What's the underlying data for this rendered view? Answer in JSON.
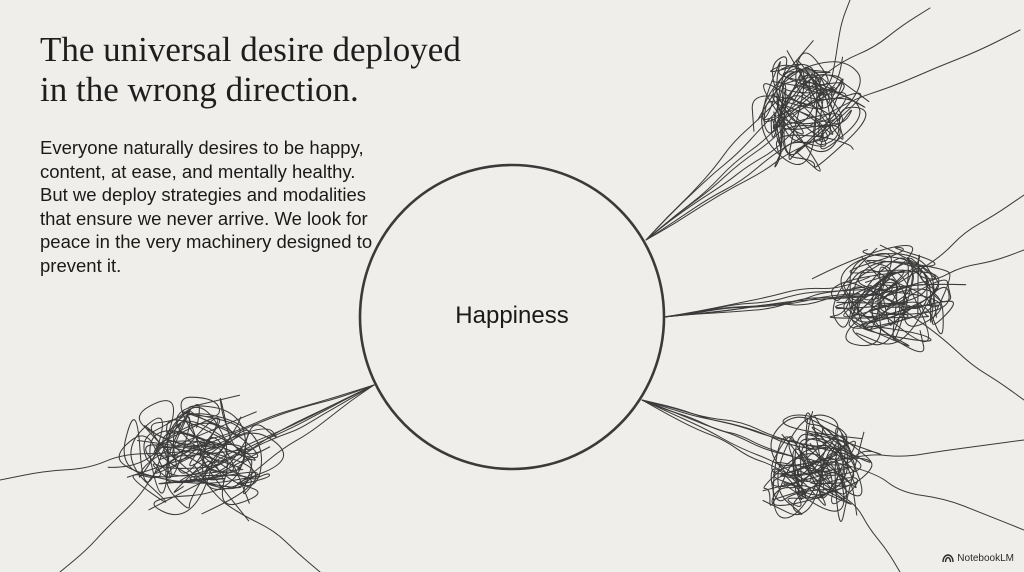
{
  "slide": {
    "title": "The universal desire deployed\nin the wrong direction.",
    "body": "Everyone naturally desires to be happy, content, at ease, and mentally healthy. But we deploy strategies and modalities that ensure we never arrive. We look for peace in the very machinery designed to prevent it.",
    "center_label": "Happiness",
    "brand": "NotebookLM",
    "brand_icon": "notebooklm-logo-icon",
    "colors": {
      "background": "#efeeea",
      "ink": "#3a3a3a"
    }
  }
}
